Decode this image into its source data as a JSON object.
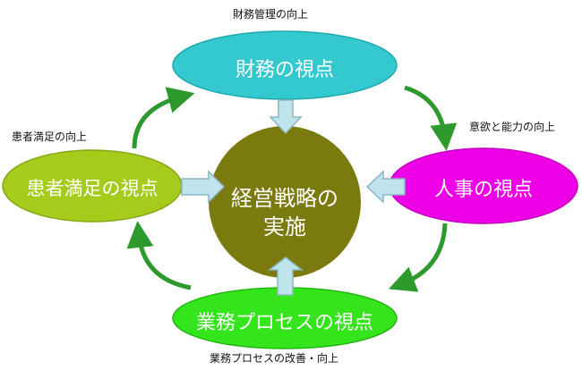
{
  "diagram": {
    "center": {
      "line1": "経営戦略の",
      "line2": "実施",
      "color": "#7B7A0E"
    },
    "nodes": {
      "finance": {
        "label": "財務の視点",
        "color": "#33C9CF"
      },
      "hr": {
        "label": "人事の視点",
        "color": "#EE00E6"
      },
      "process": {
        "label": "業務プロセスの視点",
        "color": "#33E51A"
      },
      "patient": {
        "label": "患者満足の視点",
        "color": "#A6CC1B"
      }
    },
    "captions": {
      "finance": "財務管理の向上",
      "hr": "意欲と能力の向上",
      "process": "業務プロセスの改善・向上",
      "patient": "患者満足の向上"
    },
    "colors": {
      "connector_arrow": "#BFE4EC",
      "connector_border": "#8AB6C4",
      "cycle_arrow": "#2E9A2E"
    }
  }
}
